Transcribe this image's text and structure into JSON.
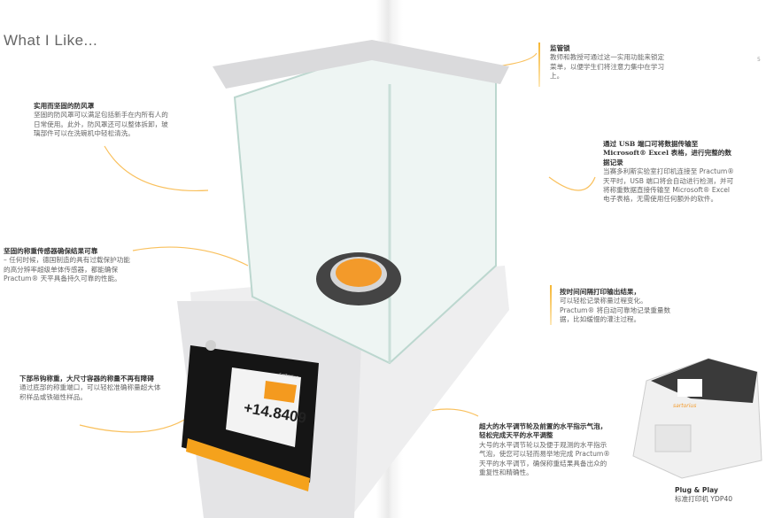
{
  "title": "What I Like...",
  "page_number": "5",
  "features": [
    {
      "heading": "实用而坚固的防风罩",
      "body": "坚固的防风罩可以满足包括新手在内所有人的日常使用。此外，防风罩还可以整体拆卸，玻璃部件可以在洗碗机中轻松清洗。"
    },
    {
      "heading": "坚固的称重传感器确保结果可靠",
      "body": "– 任何时候，德国制造的具有过载保护功能的高分辨率超级单体传感器，都能确保Practum® 天平具备持久可靠的性能。"
    },
    {
      "heading": "下部吊钩称重，大尺寸容器的称量不再有障碍",
      "body": "通过底部的称重端口，可以轻松准确称量超大体积样品或铁磁性样品。"
    },
    {
      "heading": "监管锁",
      "body": "教师和教授可通过这一实用功能来锁定菜单，以便学生们将注意力集中在学习上。"
    },
    {
      "heading": "通过 USB 端口可将数据传输至 Microsoft® Excel 表格，进行完整的数据记录",
      "body": "当赛多利斯实验室打印机连接至 Practum® 天平时，USB 端口将会自动进行检测，并可将称重数据直接传输至 Microsoft® Excel 电子表格，无需使用任何额外的软件。"
    },
    {
      "heading": "按时间间隔打印输出结果，",
      "body": "可以轻松记录称量过程变化。 Practum® 将自动可靠地记录重量数据，比如缓慢的灌注过程。"
    },
    {
      "heading": "超大的水平调节轮及前置的水平指示气泡，轻松完成天平的水平调整",
      "body": "大号的水平调节轮以及便于观测的水平指示气泡，使您可以轻而易举地完成 Practum®天平的水平调节，确保称重结果具备出众的重复性和精确性。"
    }
  ],
  "scale_display": {
    "reading": "+14.8409",
    "brand": "sartorius"
  },
  "printer": {
    "brand": "sartorius",
    "caption_title": "Plug & Play",
    "caption_sub": "标准打印机 YDP40"
  },
  "colors": {
    "accent": "#f6a623",
    "text": "#666666",
    "heading": "#333333"
  }
}
